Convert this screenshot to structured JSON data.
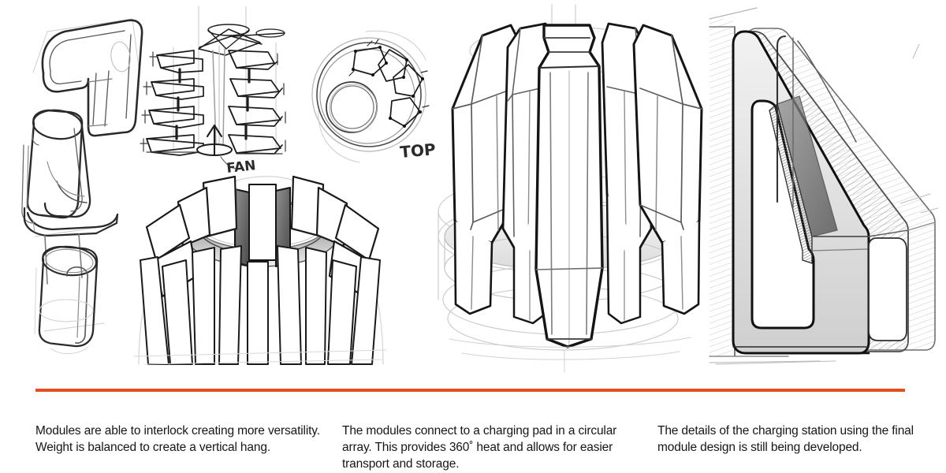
{
  "page": {
    "background_color": "#ffffff",
    "accent_color": "#e54f1f"
  },
  "divider": {
    "name": "orange-rule",
    "color": "#e54f1f"
  },
  "sketches": {
    "panel_1": {
      "name": "interlocking-hook-module-sketch",
      "description": "Perspective pencil sketch of a C-shaped interlocking hook clip with two cylindrical module bodies hanging vertically"
    },
    "panel_2": {
      "name": "exploded-stack-fan-diagram",
      "description": "Exploded side elevation of stacked module plates around a central column with an upward airflow arrow",
      "annotation": "FAN"
    },
    "panel_3": {
      "name": "charging-pad-top-view",
      "description": "Top view construction circle with radial module footprints arranged around a central ring",
      "annotation": "TOP"
    },
    "panel_4": {
      "name": "radial-module-base-sketch",
      "description": "Three-quarter view of the charging base with modules splayed radially around a toroidal core"
    },
    "panel_5": {
      "name": "charging-pad-circular-array-sketch",
      "description": "Large perspective sketch of modules docked in a circular array on a charging pad"
    },
    "panel_6": {
      "name": "charging-station-detail-sketch",
      "description": "Shaded three-quarter detail sketch of a single module seated in the charging station wall"
    }
  },
  "captions": [
    {
      "id": "caption-module-interlock",
      "text": "Modules are able to interlock creating more versatility. Weight is balanced to create a vertical hang."
    },
    {
      "id": "caption-charging-pad",
      "text": "The modules connect to a charging pad in a circular array. This provides 360˚ heat and allows for easier transport and storage."
    },
    {
      "id": "caption-charging-station",
      "text": "The details of the charging station using the final module design is still being developed."
    }
  ],
  "annotations": {
    "fan_label": "FAN",
    "top_label": "TOP"
  }
}
